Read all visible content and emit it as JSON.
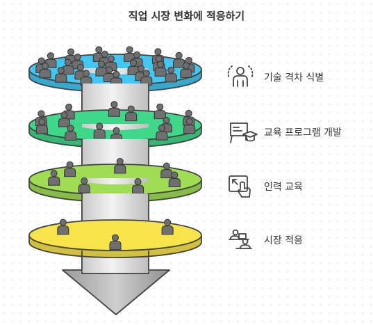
{
  "title": "직업 시장 변화에 적응하기",
  "stages": [
    {
      "label": "기술 격차 식별",
      "color": "#43c6f1",
      "icon": "person-search-icon",
      "people": 27
    },
    {
      "label": "교육 프로그램 개발",
      "color": "#3fd88a",
      "icon": "whiteboard-graduation-icon",
      "people": 14
    },
    {
      "label": "인력 교육",
      "color": "#9fdd55",
      "icon": "hand-pointer-screen-icon",
      "people": 7
    },
    {
      "label": "시장 적응",
      "color": "#f7e34a",
      "icon": "person-at-desk-icon",
      "people": 3
    }
  ]
}
